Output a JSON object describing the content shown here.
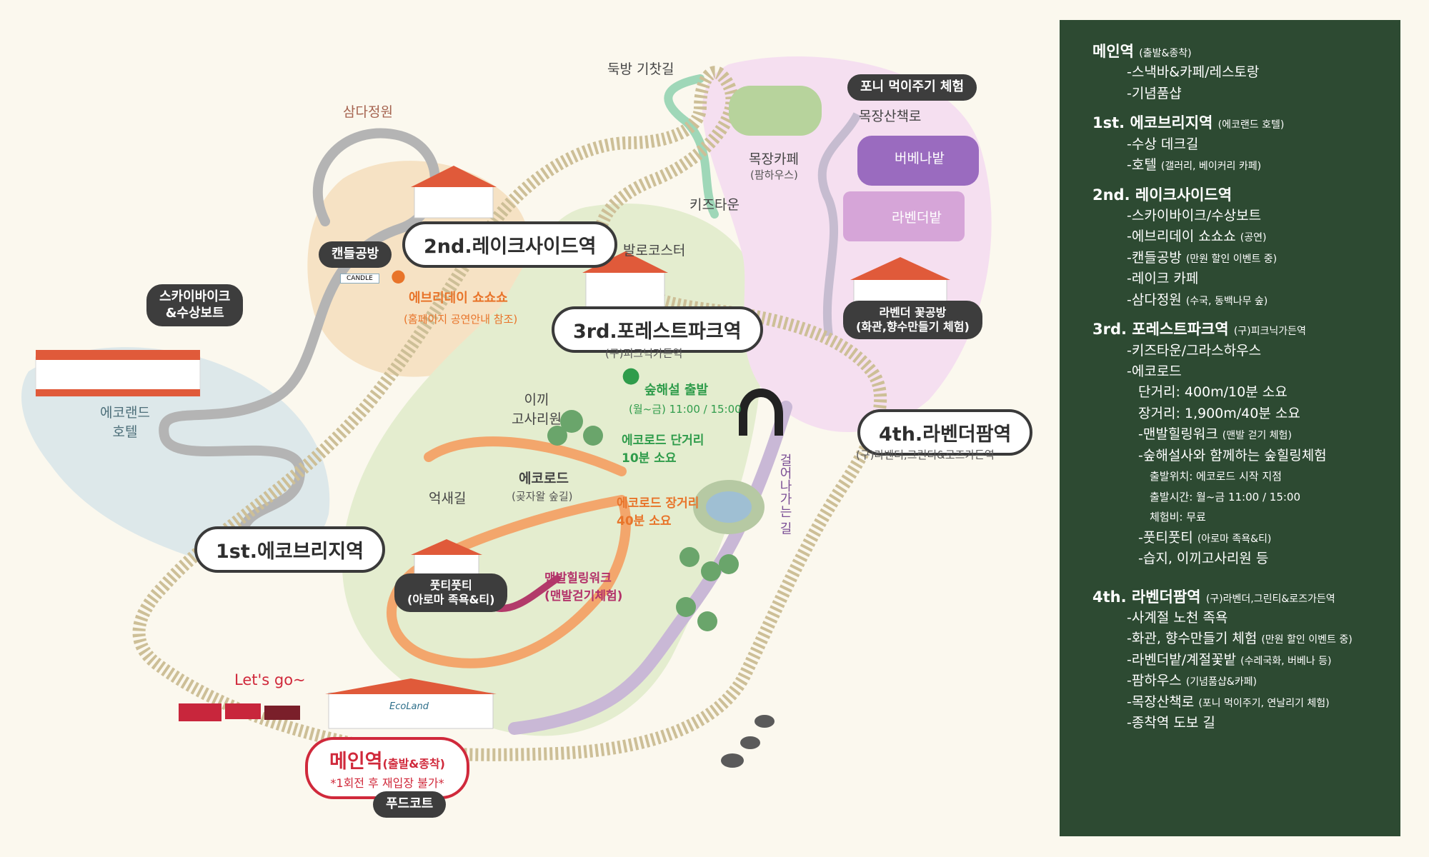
{
  "map": {
    "tracks_label": "둑방 기찻길",
    "samda_garden": "삼다정원",
    "candle_workshop": "캔들공방",
    "skybike": "스카이바이크\n&수상보트",
    "ecoland_hotel": "에코랜드\n호텔",
    "station_1": "1st.에코브리지역",
    "station_2": "2nd.레이크사이드역",
    "station_3": "3rd.포레스트파크역",
    "station_3_sub": "(구)피크닉가든역",
    "station_4": "4th.라벤더팜역",
    "station_4_sub": "(구)라벤더,그린티&로즈가든역",
    "everyday_show": "에브리데이 쇼쇼쇼",
    "everyday_show_sub": "(홈페이지 공연안내 참조)",
    "kids_town": "키즈타운",
    "ballo_coaster": "발로코스터",
    "moss_garden": "이끼\n고사리원",
    "eco_road": "에코로드",
    "eco_road_sub": "(곶자왈 숲길)",
    "reed_path": "억새길",
    "forest_start": "숲해설 출발",
    "forest_start_sub": "(월~금) 11:00 / 15:00",
    "eco_short": "에코로드 단거리\n10분 소요",
    "eco_long": "에코로드 장거리\n40분 소요",
    "footy": "풋티풋티\n(아로마 족욕&티)",
    "barefoot": "맨발힐링워크\n(맨발걷기체험)",
    "walk_path": "걸어나가는 길",
    "pony": "포니 먹이주기 체험",
    "ranch_trail": "목장산책로",
    "ranch_cafe": "목장카페",
    "ranch_cafe_sub": "(팜하우스)",
    "verbena": "버베나밭",
    "lavender_field": "라벤더밭",
    "lavender_workshop": "라벤더 꽃공방\n(화관,향수만들기 체험)",
    "lets_go": "Let's go~",
    "main_station": "메인역",
    "main_station_note": "(출발&종착)",
    "main_station_sub": "*1회전 후 재입장 불가*",
    "food_court": "푸드코트",
    "eco_sign": "EcoLand",
    "candle_sign": "CANDLE"
  },
  "legend": {
    "main": {
      "title": "메인역",
      "note": "(출발&종착)",
      "items": [
        "-스낵바&카페/레스토랑",
        "-기념품샵"
      ]
    },
    "s1": {
      "title": "1st. 에코브리지역",
      "note": "(에코랜드 호텔)",
      "items": [
        "-수상 데크길",
        "-호텔"
      ],
      "item2_note": "(갤러리, 베이커리 카페)"
    },
    "s2": {
      "title": "2nd. 레이크사이드역",
      "items": [
        "-스카이바이크/수상보트",
        "-에브리데이 쇼쇼쇼",
        "-캔들공방",
        "-레이크 카페",
        "-삼다정원"
      ],
      "notes": [
        "",
        "(공연)",
        "(만원 할인 이벤트 중)",
        "",
        "(수국, 동백나무 숲)"
      ]
    },
    "s3": {
      "title": "3rd. 포레스트파크역",
      "note": "(구)피크닉가든역",
      "items": [
        "-키즈타운/그라스하우스",
        "-에코로드"
      ],
      "short": "단거리: 400m/10분 소요",
      "long": "장거리: 1,900m/40분 소요",
      "sub_items": [
        "-맨발힐링워크",
        "-숲해설사와 함께하는 숲힐링체험"
      ],
      "barefoot_note": "(맨발 걷기 체험)",
      "details": [
        "출발위치: 에코로드 시작 지점",
        "출발시간: 월~금 11:00 / 15:00",
        "체험비: 무료"
      ],
      "tail": [
        "-풋티풋티",
        "-습지, 이끼고사리원 등"
      ],
      "footy_note": "(아로마 족욕&티)"
    },
    "s4": {
      "title": "4th. 라벤더팜역",
      "note": "(구)라벤더,그린티&로즈가든역",
      "items": [
        "-사계절 노천 족욕",
        "-화관, 향수만들기 체험",
        "-라벤더밭/계절꽃밭",
        "-팜하우스",
        "-목장산책로",
        "-종착역 도보 길"
      ],
      "notes": [
        "",
        "(만원 할인 이벤트 중)",
        "(수레국화, 버베나 등)",
        "(기념품샵&카페)",
        "(포니 먹이주기, 연날리기 체험)",
        ""
      ]
    }
  },
  "colors": {
    "legend_bg": "#2d4a32",
    "track": "#cdbf97",
    "main_red": "#d0293b",
    "orange": "#e8742a",
    "green_zone": "#e4edcf",
    "pink_zone": "#f5dff0",
    "blue_zone": "#dde8ea",
    "beige_zone": "#f6e2c4"
  }
}
